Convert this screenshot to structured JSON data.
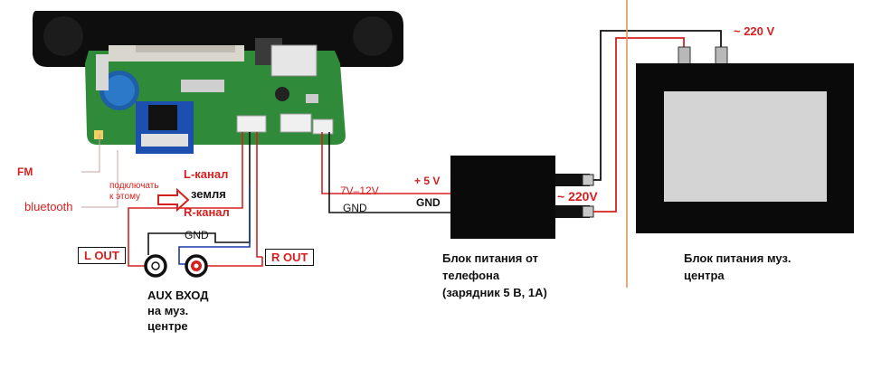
{
  "labels": {
    "fm": "FM",
    "bluetooth": "bluetooth",
    "connect_here": "подключать\nк этому",
    "l_channel": "L-канал",
    "ground": "земля",
    "r_channel": "R-канал",
    "gnd_small": "GND",
    "l_out": "L OUT",
    "r_out": "R OUT",
    "aux_input": "AUX ВХОД\nна муз.\nцентре",
    "v7_12": "7V–12V",
    "gnd_left": "GND",
    "plus5v": "+ 5 V",
    "gnd_right": "GND",
    "phone_psu": "Блок питания от\nтелефона\n(зарядник 5 В, 1А)",
    "ac220_mid": "~ 220V",
    "ac220_top": "~ 220 V",
    "music_center_psu": "Блок питания муз.\nцентра"
  },
  "colors": {
    "label_red": "#d62020",
    "wire_red": "#d62020",
    "wire_black": "#111111",
    "wire_blue": "#1a3aa8",
    "divider_orange": "#e8955a",
    "pcb_green": "#2f8a3a",
    "bt_blue": "#1d4fb0",
    "screen_gray": "#d4d4d4"
  }
}
